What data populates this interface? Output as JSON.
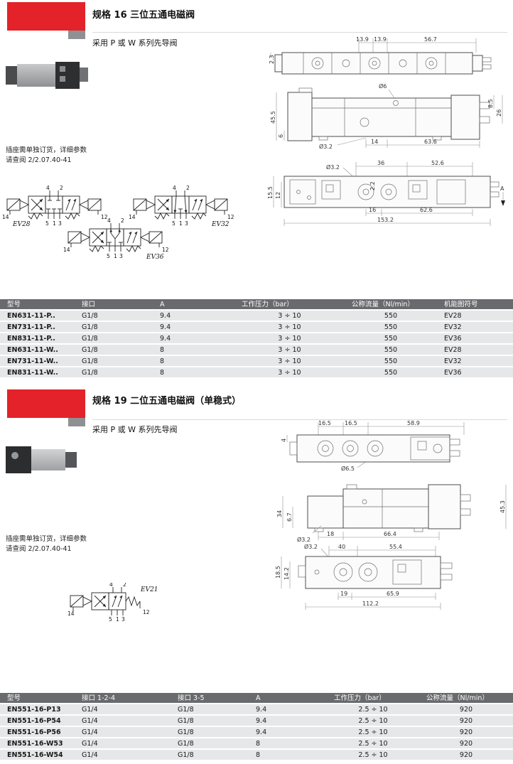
{
  "colors": {
    "accent_red": "#e32229",
    "table_header_bg": "#696a6d",
    "table_row_bg": "#e6e7e8"
  },
  "section1": {
    "title": "规格 16 三位五通电磁阀",
    "subtitle": "采用 P 或 W 系列先导阀",
    "note_line1": "插座需单独订货，详细参数",
    "note_line2": "请查阅 2/2.07.40-41",
    "dims_top": {
      "a": "13.9",
      "b": "13.9",
      "c": "56.7",
      "d": "2.3"
    },
    "dims_front": {
      "dia6": "Ø6",
      "h455": "45.5",
      "h6": "6",
      "r85": "8.5",
      "r26": "26",
      "dia32": "Ø3.2",
      "b14": "14",
      "b636": "63.6"
    },
    "dims_bottom": {
      "dia32": "Ø3.2",
      "t36": "36",
      "t526": "52.6",
      "l155": "15.5",
      "l12": "12",
      "i22": "2.2",
      "b16": "16",
      "b626": "62.6",
      "b1532": "153.2",
      "a": "A"
    }
  },
  "section2": {
    "title": "规格 19 二位五通电磁阀（单稳式）",
    "subtitle": "采用 P 或 W 系列先导阀",
    "note_line1": "插座需单独订货，详细参数",
    "note_line2": "请查阅 2/2.07.40-41",
    "dims_top": {
      "a": "16.5",
      "b": "16.5",
      "c": "58.9",
      "d": "4",
      "dia65": "Ø6.5"
    },
    "dims_front": {
      "l34": "34",
      "l67": "6.7",
      "r453": "45.3",
      "dia32": "Ø3.2",
      "b18": "18",
      "b664": "66.4"
    },
    "dims_bottom": {
      "dia32": "Ø3.2",
      "t40": "40",
      "t554": "55.4",
      "l185": "18.5",
      "l142": "14.2",
      "b19": "19",
      "b659": "65.9",
      "b1122": "112.2"
    }
  },
  "circuits": {
    "ports": {
      "p14": "14",
      "p12": "12",
      "p4": "4",
      "p2": "2",
      "p5": "5",
      "p1": "1",
      "p3": "3"
    },
    "ev28_label": "EV28",
    "ev32_label": "EV32",
    "ev36_label": "EV36",
    "ev21_label": "EV21"
  },
  "table1": {
    "headers": [
      "型号",
      "接口",
      "A",
      "工作压力（bar）",
      "公称流量（Nl/min）",
      "机能图符号"
    ],
    "rows": [
      [
        "EN631-11-P..",
        "G1/8",
        "9.4",
        "3 ÷ 10",
        "550",
        "EV28"
      ],
      [
        "EN731-11-P..",
        "G1/8",
        "9.4",
        "3 ÷ 10",
        "550",
        "EV32"
      ],
      [
        "EN831-11-P..",
        "G1/8",
        "9.4",
        "3 ÷ 10",
        "550",
        "EV36"
      ],
      [
        "EN631-11-W..",
        "G1/8",
        "8",
        "3 ÷ 10",
        "550",
        "EV28"
      ],
      [
        "EN731-11-W..",
        "G1/8",
        "8",
        "3 ÷ 10",
        "550",
        "EV32"
      ],
      [
        "EN831-11-W..",
        "G1/8",
        "8",
        "3 ÷ 10",
        "550",
        "EV36"
      ]
    ]
  },
  "table2": {
    "headers": [
      "型号",
      "接口 1-2-4",
      "接口 3-5",
      "A",
      "工作压力（bar）",
      "公称流量（Nl/min）"
    ],
    "rows": [
      [
        "EN551-16-P13",
        "G1/4",
        "G1/8",
        "9.4",
        "2.5 ÷ 10",
        "920"
      ],
      [
        "EN551-16-P54",
        "G1/4",
        "G1/8",
        "9.4",
        "2.5 ÷ 10",
        "920"
      ],
      [
        "EN551-16-P56",
        "G1/4",
        "G1/8",
        "9.4",
        "2.5 ÷ 10",
        "920"
      ],
      [
        "EN551-16-W53",
        "G1/4",
        "G1/8",
        "8",
        "2.5 ÷ 10",
        "920"
      ],
      [
        "EN551-16-W54",
        "G1/4",
        "G1/8",
        "8",
        "2.5 ÷ 10",
        "920"
      ]
    ]
  }
}
